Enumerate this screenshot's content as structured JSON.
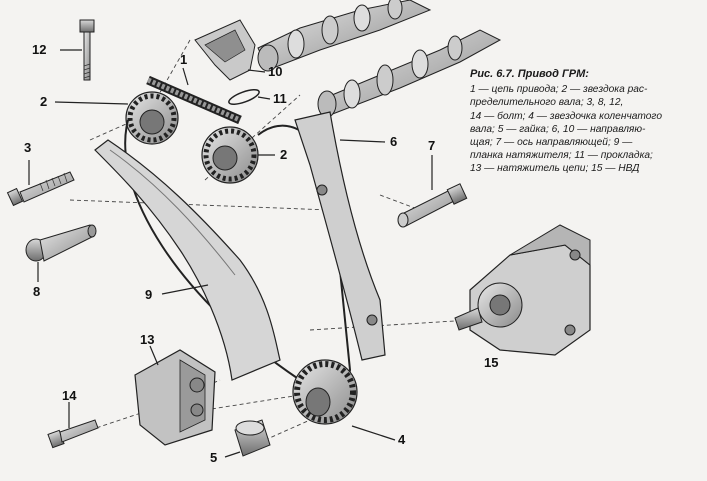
{
  "caption": {
    "title": "Рис. 6.7. Привод ГРМ:",
    "lines": [
      "1 — цепь привода; 2 — звездока рас-",
      "пределительного вала; 3, 8, 12,",
      "14 — болт; 4 — звездочка коленчатого",
      "вала; 5 — гайка; 6, 10 — направляю-",
      "щая; 7 — ось направляющей; 9 —",
      "планка натяжителя; 11 — прокладка;",
      "13 — натяжитель цепи; 15 — НВД"
    ]
  },
  "callouts": {
    "c12": "12",
    "c1": "1",
    "c10": "10",
    "c11": "11",
    "c2a": "2",
    "c2b": "2",
    "c3": "3",
    "c6": "6",
    "c7": "7",
    "c8": "8",
    "c9": "9",
    "c13": "13",
    "c14": "14",
    "c5": "5",
    "c4": "4",
    "c15": "15"
  },
  "colors": {
    "ink": "#1a1a1a",
    "paper": "#f4f3f1",
    "shade": "#9a9a9a"
  }
}
